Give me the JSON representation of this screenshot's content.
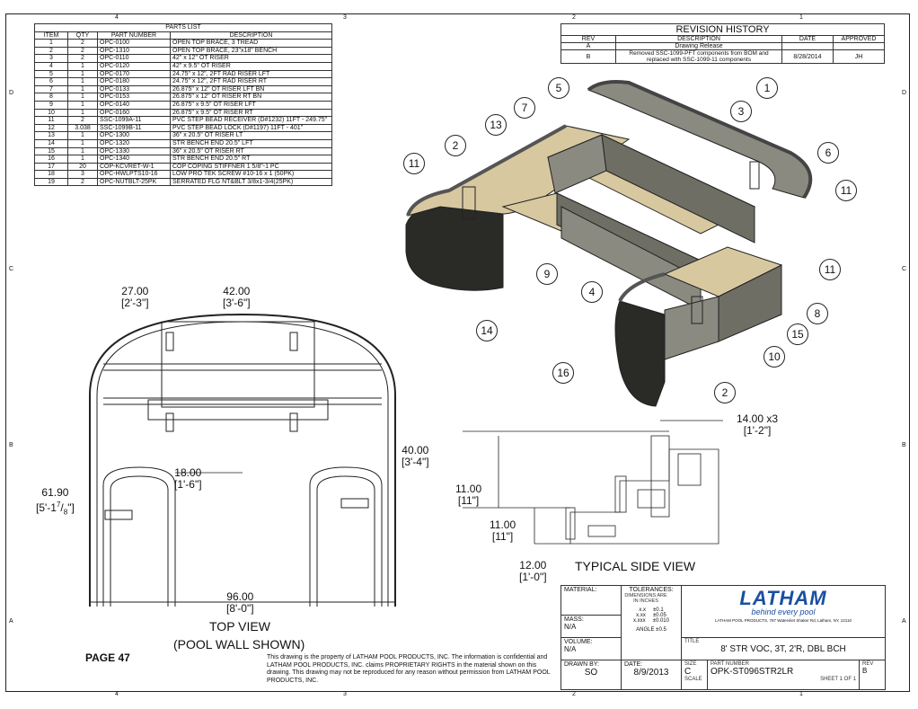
{
  "parts_list": {
    "title": "PARTS LIST",
    "headers": [
      "ITEM",
      "QTY",
      "PART NUMBER",
      "DESCRIPTION"
    ],
    "rows": [
      [
        "1",
        "2",
        "OPC-0100",
        "OPEN TOP BRACE, 3 TREAD"
      ],
      [
        "2",
        "2",
        "OPC-1310",
        "OPEN TOP BRACE, 23\"x18\" BENCH"
      ],
      [
        "3",
        "2",
        "OPC-0110",
        "42\" x 12\" OT RISER"
      ],
      [
        "4",
        "1",
        "OPC-0120",
        "42\" x 9.5\" OT RISER"
      ],
      [
        "5",
        "1",
        "OPC-0170",
        "24.75\" x 12\", 2FT RAD RISER LFT"
      ],
      [
        "6",
        "1",
        "OPC-0180",
        "24.75\" x 12\", 2FT RAD RISER RT"
      ],
      [
        "7",
        "1",
        "OPC-0133",
        "26.875\" x 12\" OT RISER LFT BN"
      ],
      [
        "8",
        "1",
        "OPC-0153",
        "26.875\" x 12\" OT RISER RT BN"
      ],
      [
        "9",
        "1",
        "OPC-0140",
        "26.875\" x 9.5\" OT RISER LFT"
      ],
      [
        "10",
        "1",
        "OPC-0160",
        "26.875\" x 9.5\" OT RISER RT"
      ],
      [
        "11",
        "2",
        "SSC-1099A-11",
        "PVC STEP BEAD RECEIVER (D#1232) 11FT - 249.75\""
      ],
      [
        "12",
        "3.038",
        "SSC-1099B-11",
        "PVC STEP BEAD LOCK (D#1197) 11FT - 401\""
      ],
      [
        "13",
        "1",
        "OPC-1300",
        "36\" x 20.5\" OT RISER LT"
      ],
      [
        "14",
        "1",
        "OPC-1320",
        "STR BENCH END 20.5\" LFT"
      ],
      [
        "15",
        "1",
        "OPC-1330",
        "36\" x 20.5\" OT RISER RT"
      ],
      [
        "16",
        "1",
        "OPC-1340",
        "STR BENCH END 20.5\" RT"
      ],
      [
        "17",
        "20",
        "COP-KCVRET-W-1",
        "COP COPING STIFFNER 1 5/8\"-1 PC"
      ],
      [
        "18",
        "3",
        "OPC-HWLPTS10-16",
        "LOW PRO TEK SCREW #10-16 x 1 (50PK)"
      ],
      [
        "19",
        "2",
        "OPC-NUTBLT-25PK",
        "SERRATED FLG NT&BLT 3/8x1-3/4(25PK)"
      ]
    ]
  },
  "revision_history": {
    "title": "REVISION HISTORY",
    "headers": [
      "REV",
      "DESCRIPTION",
      "DATE",
      "APPROVED"
    ],
    "rows": [
      [
        "A",
        "Drawing Release",
        "",
        ""
      ],
      [
        "B",
        "Removed SSC-1099-PFT components from BOM and replaced with SSC-1099-11 components",
        "8/28/2014",
        "JH"
      ]
    ]
  },
  "zones": {
    "top": [
      "4",
      "3",
      "2",
      "1"
    ],
    "side": [
      "D",
      "C",
      "B",
      "A"
    ]
  },
  "iso_balloons": [
    "1",
    "3",
    "5",
    "7",
    "13",
    "2",
    "11",
    "6",
    "11",
    "11",
    "9",
    "4",
    "8",
    "15",
    "14",
    "10",
    "16",
    "2"
  ],
  "top_view": {
    "title": "TOP VIEW",
    "subtitle": "(POOL WALL SHOWN)",
    "dims": {
      "d1": "27.00",
      "d1b": "[2'-3\"]",
      "d2": "42.00",
      "d2b": "[3'-6\"]",
      "d3": "18.00",
      "d3b": "[1'-6\"]",
      "d4": "40.00",
      "d4b": "[3'-4\"]",
      "d5": "61.90",
      "d5b": "[5'-1",
      "d5frac_n": "7",
      "d5frac_d": "8",
      "d5end": "\"]",
      "d6": "96.00",
      "d6b": "[8'-0\"]"
    }
  },
  "side_view": {
    "title": "TYPICAL SIDE VIEW",
    "dims": {
      "a": "14.00 x3",
      "ab": "[1'-2\"]",
      "b": "11.00",
      "bb": "[11\"]",
      "c": "11.00",
      "cb": "[11\"]",
      "d": "12.00",
      "db": "[1'-0\"]"
    }
  },
  "page_label": "PAGE 47",
  "disclaimer": "This drawing is the property of LATHAM POOL PRODUCTS, INC. The information is confidential and LATHAM POOL PRODUCTS, INC. claims PROPRIETARY RIGHTS in the material shown on this drawing. This drawing may not be reproduced for any reason without permission from LATHAM POOL PRODUCTS, INC.",
  "title_block": {
    "material_label": "MATERIAL:",
    "tolerances_label": "TOLERANCES:",
    "tolerances_note": "DIMENSIONS ARE IN INCHES",
    "tol_rows": [
      [
        "x.x",
        "±0.1"
      ],
      [
        "x.xx",
        "±0.05"
      ],
      [
        "x.xxx",
        "±0.010"
      ]
    ],
    "angle": "ANGLE ±0.5",
    "mass_label": "MASS:",
    "mass": "N/A",
    "volume_label": "VOLUME:",
    "volume": "N/A",
    "drawn_by_label": "DRAWN BY:",
    "drawn_by": "SO",
    "date_label": "DATE:",
    "date": "8/9/2013",
    "size_label": "SIZE",
    "size": "C",
    "scale_label": "SCALE",
    "title_label": "TITLE",
    "title": "8' STR VOC, 3T, 2'R, DBL BCH",
    "part_number_label": "PART NUMBER",
    "part_number": "OPK-ST096STR2LR",
    "rev_label": "REV",
    "rev": "B",
    "sheet": "SHEET 1  OF 1",
    "logo": "LATHAM",
    "tagline": "behind every pool",
    "address": "LATHAM POOL PRODUCTS, 787 Watervliet Shaker Rd, Latham, NY, 12110"
  },
  "colors": {
    "tan": "#d8c8a0",
    "steel": "#8a8a80",
    "dark": "#2a2a26",
    "logo_blue": "#1a4fa0"
  }
}
